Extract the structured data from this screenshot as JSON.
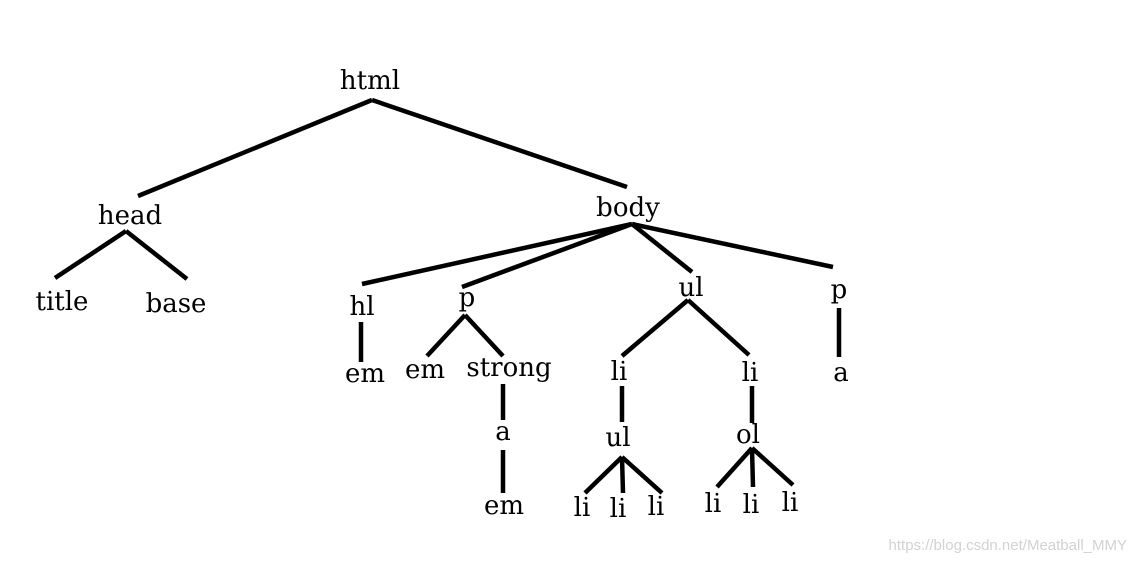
{
  "tree": {
    "nodes": [
      {
        "id": "html",
        "label": "html"
      },
      {
        "id": "head",
        "label": "head"
      },
      {
        "id": "body",
        "label": "body"
      },
      {
        "id": "title",
        "label": "title"
      },
      {
        "id": "base",
        "label": "base"
      },
      {
        "id": "h1",
        "label": "hl"
      },
      {
        "id": "em1",
        "label": "em"
      },
      {
        "id": "p1",
        "label": "p"
      },
      {
        "id": "em2",
        "label": "em"
      },
      {
        "id": "strong",
        "label": "strong"
      },
      {
        "id": "a1",
        "label": "a"
      },
      {
        "id": "em3",
        "label": "em"
      },
      {
        "id": "ul1",
        "label": "ul"
      },
      {
        "id": "li1",
        "label": "li"
      },
      {
        "id": "li2",
        "label": "li"
      },
      {
        "id": "ul2",
        "label": "ul"
      },
      {
        "id": "li3",
        "label": "li"
      },
      {
        "id": "li4",
        "label": "li"
      },
      {
        "id": "li5",
        "label": "li"
      },
      {
        "id": "ol",
        "label": "ol"
      },
      {
        "id": "li6",
        "label": "li"
      },
      {
        "id": "li7",
        "label": "li"
      },
      {
        "id": "li8",
        "label": "li"
      },
      {
        "id": "p2",
        "label": "p"
      },
      {
        "id": "a2",
        "label": "a"
      }
    ],
    "edges": [
      [
        "html",
        "head"
      ],
      [
        "html",
        "body"
      ],
      [
        "head",
        "title"
      ],
      [
        "head",
        "base"
      ],
      [
        "body",
        "h1"
      ],
      [
        "body",
        "p1"
      ],
      [
        "body",
        "ul1"
      ],
      [
        "body",
        "p2"
      ],
      [
        "h1",
        "em1"
      ],
      [
        "p1",
        "em2"
      ],
      [
        "p1",
        "strong"
      ],
      [
        "strong",
        "a1"
      ],
      [
        "a1",
        "em3"
      ],
      [
        "ul1",
        "li1"
      ],
      [
        "ul1",
        "li2"
      ],
      [
        "li1",
        "ul2"
      ],
      [
        "ul2",
        "li3"
      ],
      [
        "ul2",
        "li4"
      ],
      [
        "ul2",
        "li5"
      ],
      [
        "li2",
        "ol"
      ],
      [
        "ol",
        "li6"
      ],
      [
        "ol",
        "li7"
      ],
      [
        "ol",
        "li8"
      ],
      [
        "p2",
        "a2"
      ]
    ]
  },
  "watermark": "https://blog.csdn.net/Meatball_MMY"
}
